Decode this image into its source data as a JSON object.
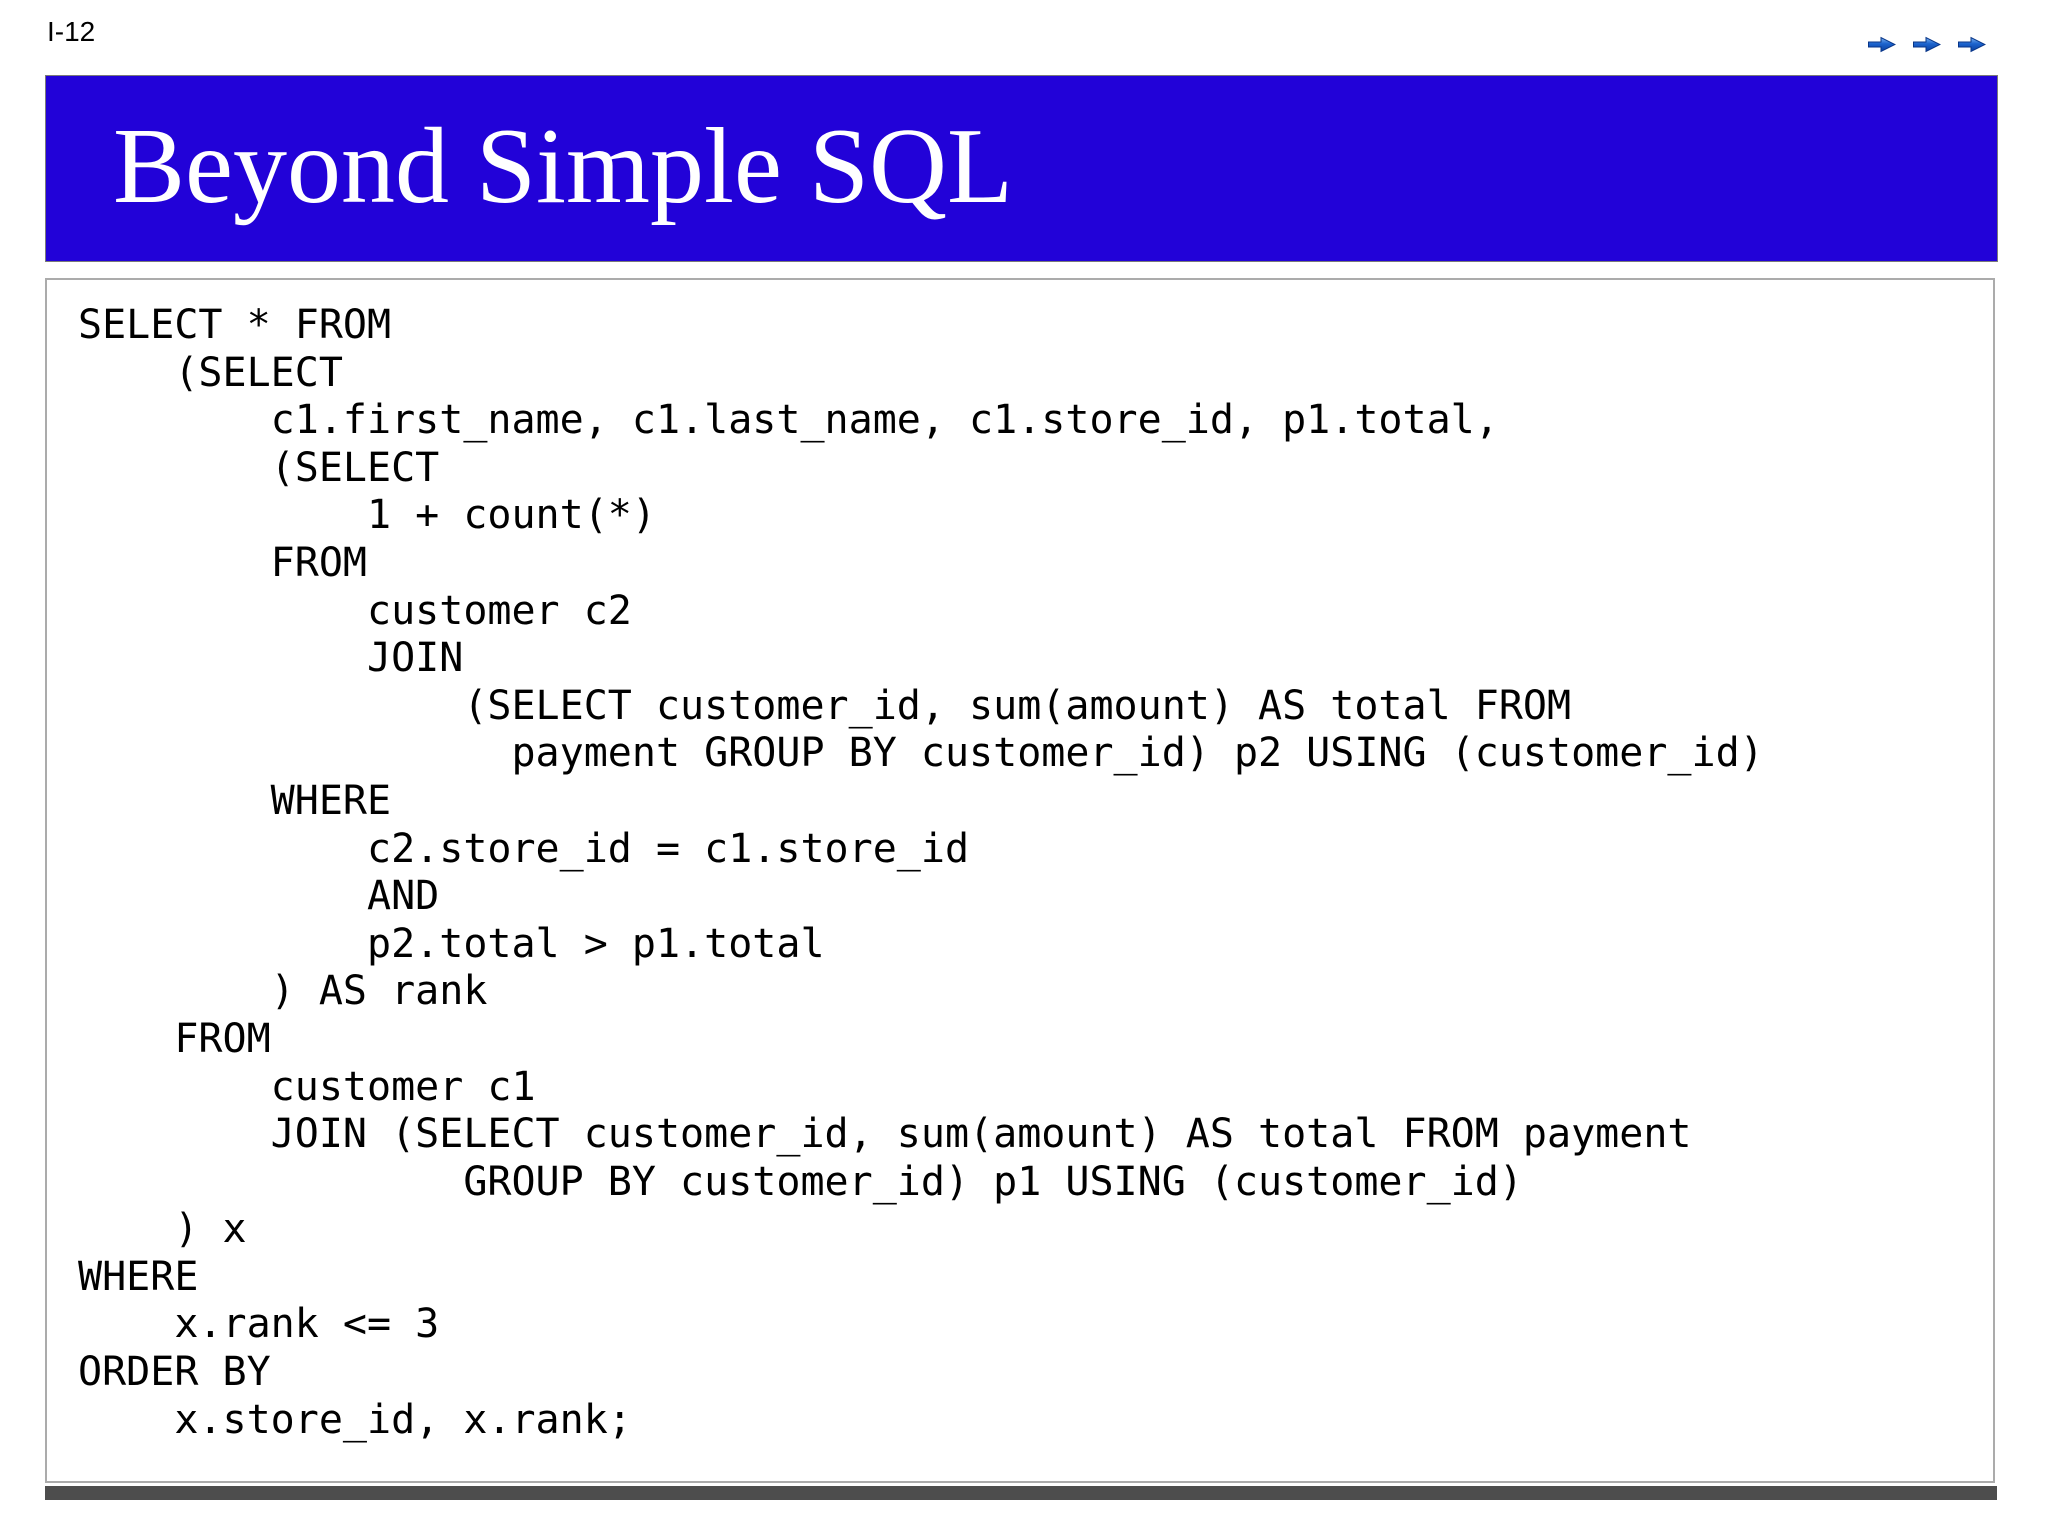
{
  "page": {
    "label": "I-12",
    "background": "#ffffff"
  },
  "header": {
    "title": "Beyond Simple SQL",
    "background": "#2202d8",
    "border_color": "#7a7a7a",
    "text_color": "#ffffff"
  },
  "nav": {
    "count": 3,
    "icon": "forward-arrow-icon",
    "glyph": "➡",
    "body_color": "#1b63cd",
    "highlight_color": "#7ab1f0",
    "shadow_color": "#0b3f9f",
    "outline_color": "#083587"
  },
  "code_block": {
    "language": "SQL",
    "text_color": "#000000",
    "background": "#ffffff",
    "border_color": "#ababab",
    "lines": [
      "SELECT * FROM",
      "    (SELECT",
      "        c1.first_name, c1.last_name, c1.store_id, p1.total,",
      "        (SELECT",
      "            1 + count(*)",
      "        FROM",
      "            customer c2",
      "            JOIN",
      "                (SELECT customer_id, sum(amount) AS total FROM",
      "                  payment GROUP BY customer_id) p2 USING (customer_id)",
      "        WHERE",
      "            c2.store_id = c1.store_id",
      "            AND",
      "            p2.total > p1.total",
      "        ) AS rank",
      "    FROM",
      "        customer c1",
      "        JOIN (SELECT customer_id, sum(amount) AS total FROM payment",
      "                GROUP BY customer_id) p1 USING (customer_id)",
      "    ) x",
      "WHERE",
      "    x.rank <= 3",
      "ORDER BY",
      "    x.store_id, x.rank;"
    ]
  },
  "footer": {
    "bar_color": "#4d4d4d"
  }
}
